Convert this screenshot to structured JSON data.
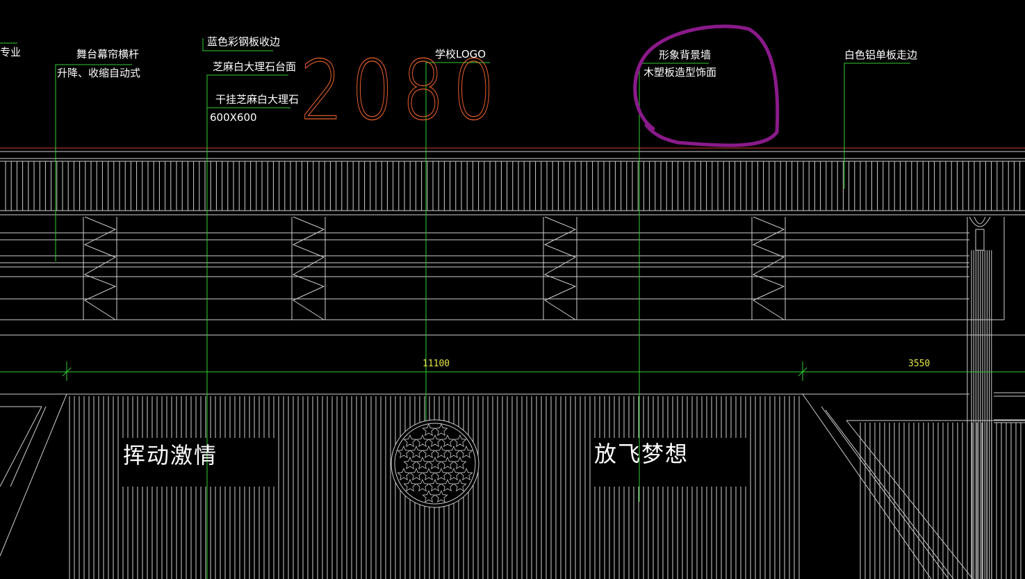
{
  "drawing": {
    "logo_number": "2080",
    "labels": {
      "edge_left": "专业",
      "curtain_rod": "舞台幕帘横杆",
      "curtain_rod_note": "升降、收缩自动式",
      "steel_trim": "蓝色彩钢板收边",
      "marble_top": "芝麻白大理石台面",
      "marble_hung": "干挂芝麻白大理石",
      "marble_size": "600X600",
      "school_logo": "学校LOGO",
      "image_wall": "形象背景墙",
      "image_wall_note": "木塑板造型饰面",
      "aluminum_trim": "白色铝单板走边"
    },
    "dimensions": {
      "main_span": "11100",
      "right_span": "3550"
    },
    "slogans": {
      "left": "挥动激情",
      "right": "放飞梦想"
    }
  },
  "colors": {
    "background": "#000000",
    "leader_line": "#2fd12f",
    "geometry": "#cfcfcf",
    "logo_outline": "#e8602c",
    "dimension_text": "#e6e64a",
    "markup_circle": "#8a1a8a",
    "red_line": "#d04030"
  }
}
